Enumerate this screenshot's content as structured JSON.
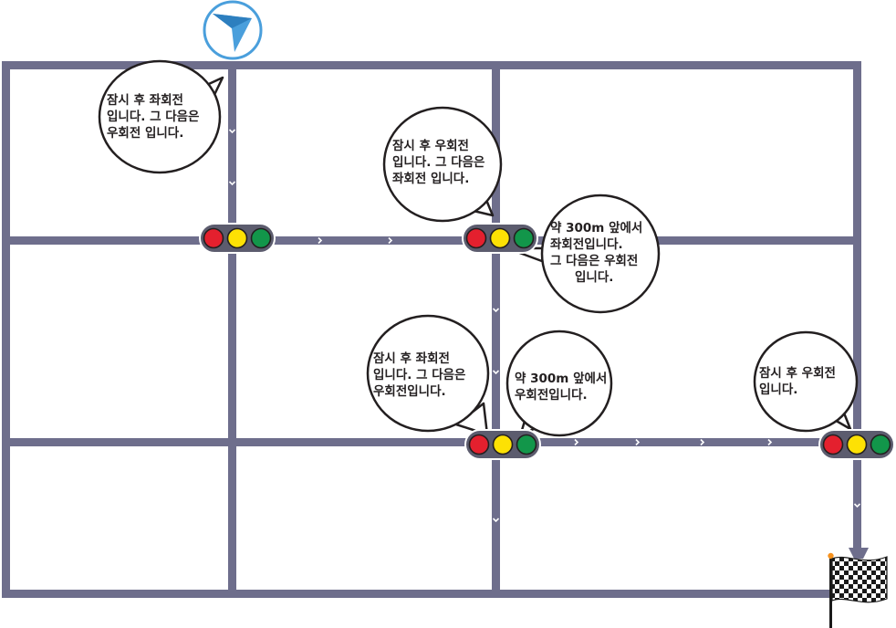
{
  "colors": {
    "road": "#6e6e8c",
    "road_arrow": "#ffffff",
    "light_housing": "#5c5c6e",
    "light_red": "#e4202e",
    "light_yellow": "#fde104",
    "light_green": "#12964a",
    "bubble_fill": "#ffffff",
    "bubble_stroke": "#231f20",
    "start_marker": "#4a9fdc",
    "flag_dark": "#1a1a1a",
    "flag_pole_tip": "#f6921e"
  },
  "icons": {
    "start": "navigation-arrow-icon",
    "finish": "checkered-flag-icon",
    "traffic_light": "traffic-light-icon"
  },
  "bubbles": [
    {
      "id": "bubble-1",
      "lines": [
        "잠시 후 좌회전",
        "입니다. 그 다음은",
        "우회전 입니다."
      ]
    },
    {
      "id": "bubble-2",
      "lines": [
        "잠시 후 우회전",
        "입니다. 그 다음은",
        "좌회전 입니다."
      ]
    },
    {
      "id": "bubble-3",
      "lines": [
        "약 300m 앞에서",
        "좌회전입니다.",
        "그 다음은 우회전",
        "입니다."
      ]
    },
    {
      "id": "bubble-4",
      "lines": [
        "잠시 후 좌회전",
        "입니다. 그 다음은",
        "우회전입니다."
      ]
    },
    {
      "id": "bubble-5",
      "lines": [
        "약 300m 앞에서",
        "우회전입니다."
      ]
    },
    {
      "id": "bubble-6",
      "lines": [
        "잠시 후 우회전",
        "입니다."
      ]
    }
  ]
}
